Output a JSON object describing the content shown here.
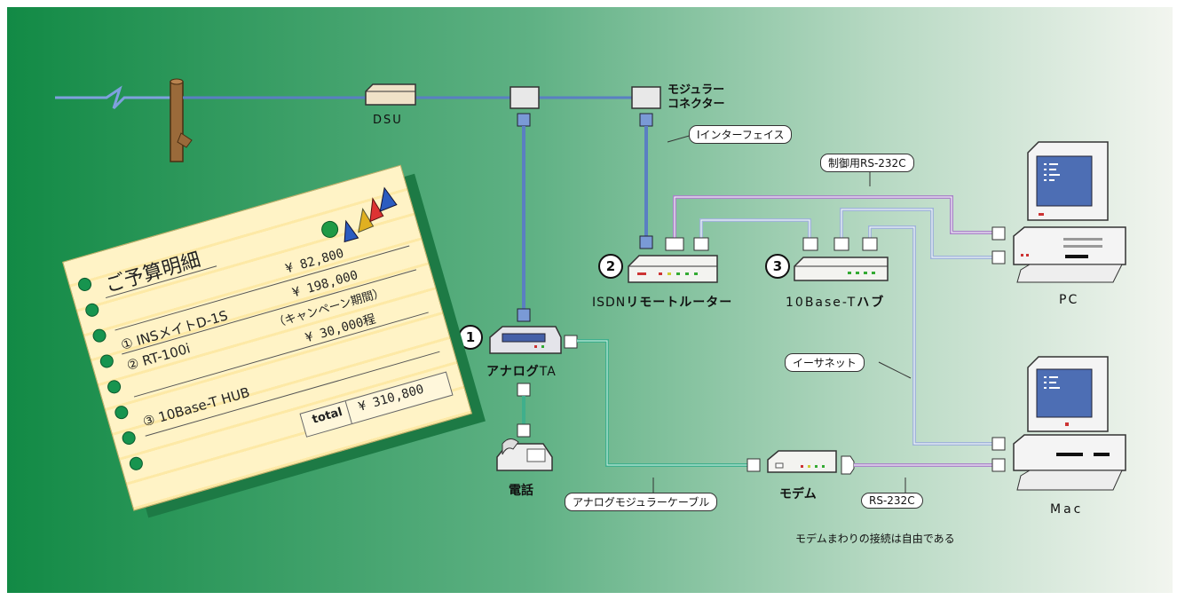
{
  "colors": {
    "background_left": "#128a45",
    "background_right": "#f2f5ef",
    "isdn_line": "#5a7fc2",
    "analog_line": "#3faf8c",
    "rs232_line": "#a985c8",
    "ethernet_line": "#9fb4d8"
  },
  "top_labels": {
    "dsu": "DSU",
    "modular_connector_line1": "モジュラー",
    "modular_connector_line2": "コネクター"
  },
  "callouts": {
    "i_interface": "Iインターフェイス",
    "rs232c_control": "制御用RS-232C",
    "ethernet": "イーサネット",
    "analog_cable": "アナログモジュラーケーブル",
    "rs232c": "RS-232C"
  },
  "devices": {
    "ta": {
      "num": "1",
      "name_bold": "アナログ",
      "name_plain": "TA"
    },
    "router": {
      "num": "2",
      "name_plain": "ISDN",
      "name_bold": "リモートルーター"
    },
    "hub": {
      "num": "3",
      "name_plain": "10Base-T",
      "name_bold": "ハブ"
    },
    "phone": "電話",
    "modem": "モデム",
    "pc": "PC",
    "mac": "Mac"
  },
  "note": "モデムまわりの接続は自由である",
  "budget": {
    "title": "ご予算明細",
    "items": [
      {
        "num": "①",
        "name": "INSメイトD-1S",
        "price": "¥ 82,800"
      },
      {
        "num": "②",
        "name": "RT-100i",
        "price": "¥ 198,000"
      },
      {
        "num": "",
        "name": "",
        "price": "（キャンペーン期間）"
      },
      {
        "num": "",
        "name": "",
        "price": "¥ 30,000程"
      },
      {
        "num": "③",
        "name": "10Base-T HUB",
        "price": ""
      }
    ],
    "total_label": "total",
    "total_value": "¥ 310,800"
  }
}
